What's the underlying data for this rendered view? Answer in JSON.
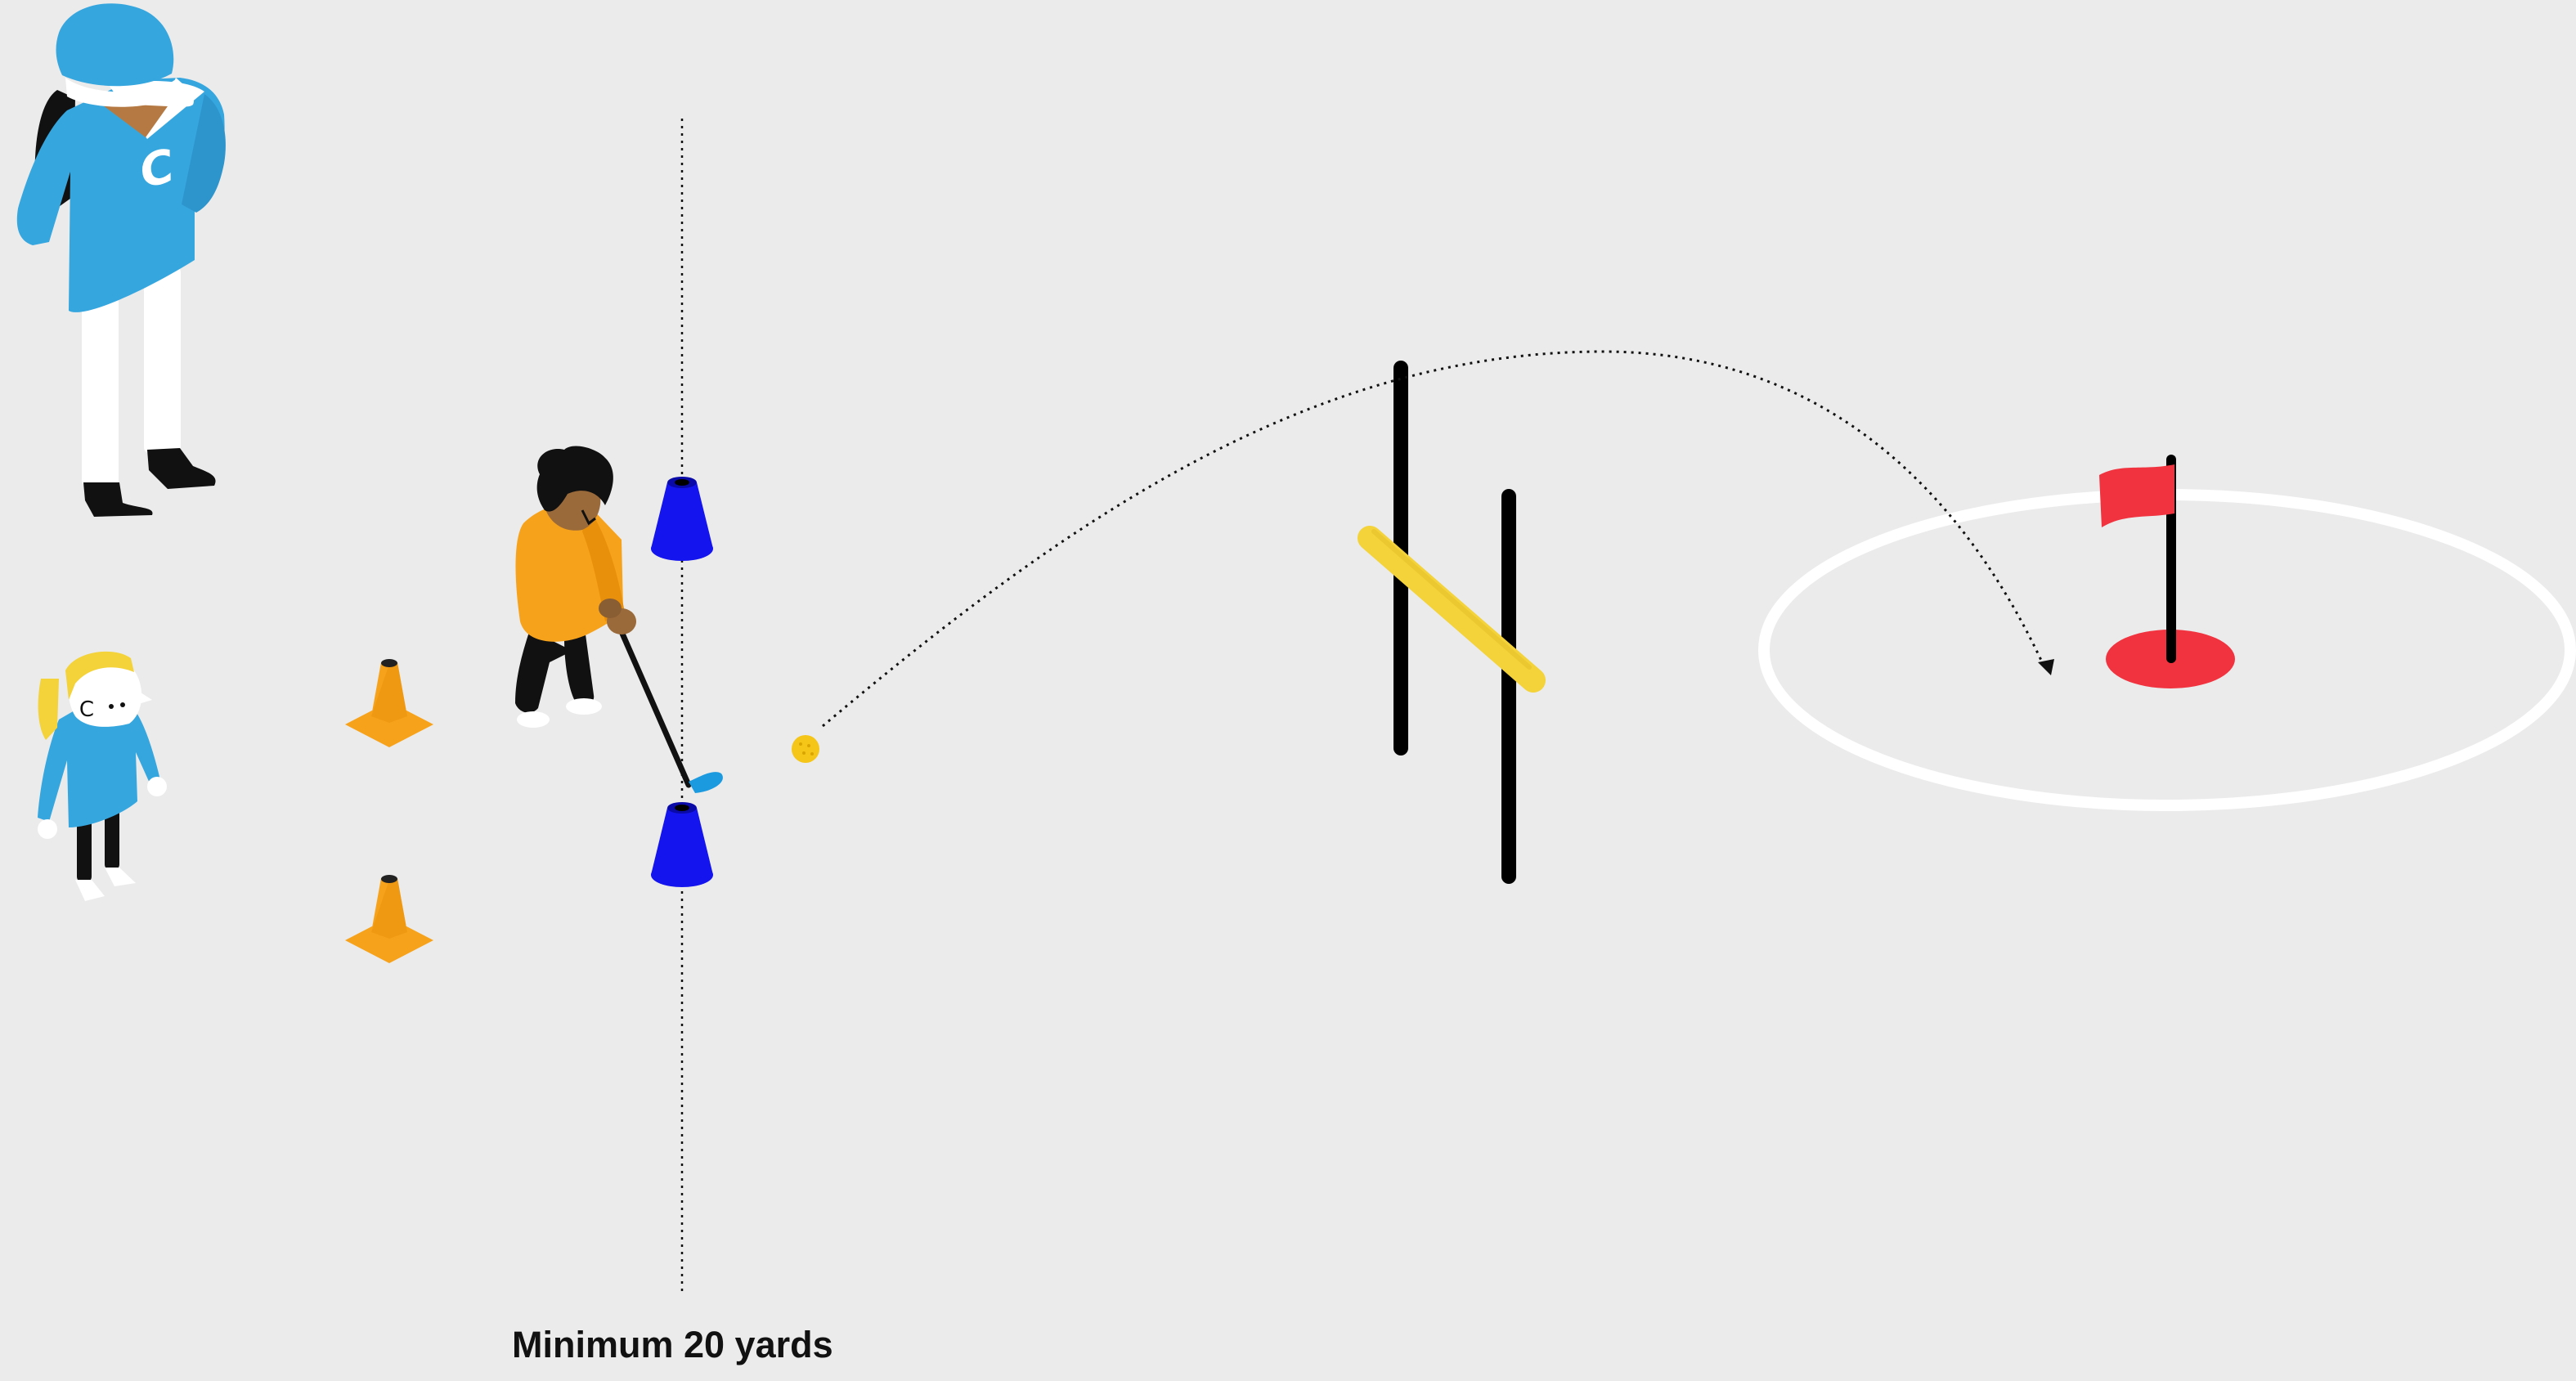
{
  "caption": {
    "text": "Minimum 20 yards"
  },
  "coach": {
    "shirt_letter": "C",
    "icon": "coach-figure-icon"
  },
  "waiting_player": {
    "shirt_letter": "C",
    "icon": "waiting-player-icon"
  },
  "golfer": {
    "icon": "golfer-player-icon"
  },
  "objects": {
    "hitting_zone_line": "dotted-line",
    "ball": "ball-icon",
    "target_flag": "flag-icon",
    "target_hole": "hole-icon",
    "hurdle": "hurdle-icon",
    "shot_path": "dotted-arc-arrow"
  },
  "colors": {
    "background": "#ebebeb",
    "coach_blue": "#36a6df",
    "cone_orange": "#f7a21b",
    "marker_blue": "#1414ee",
    "ball_yellow": "#f5c518",
    "pole_yellow": "#f3d23a",
    "flag_red": "#f0333f",
    "ring_white": "#ffffff",
    "ink": "#000000"
  }
}
